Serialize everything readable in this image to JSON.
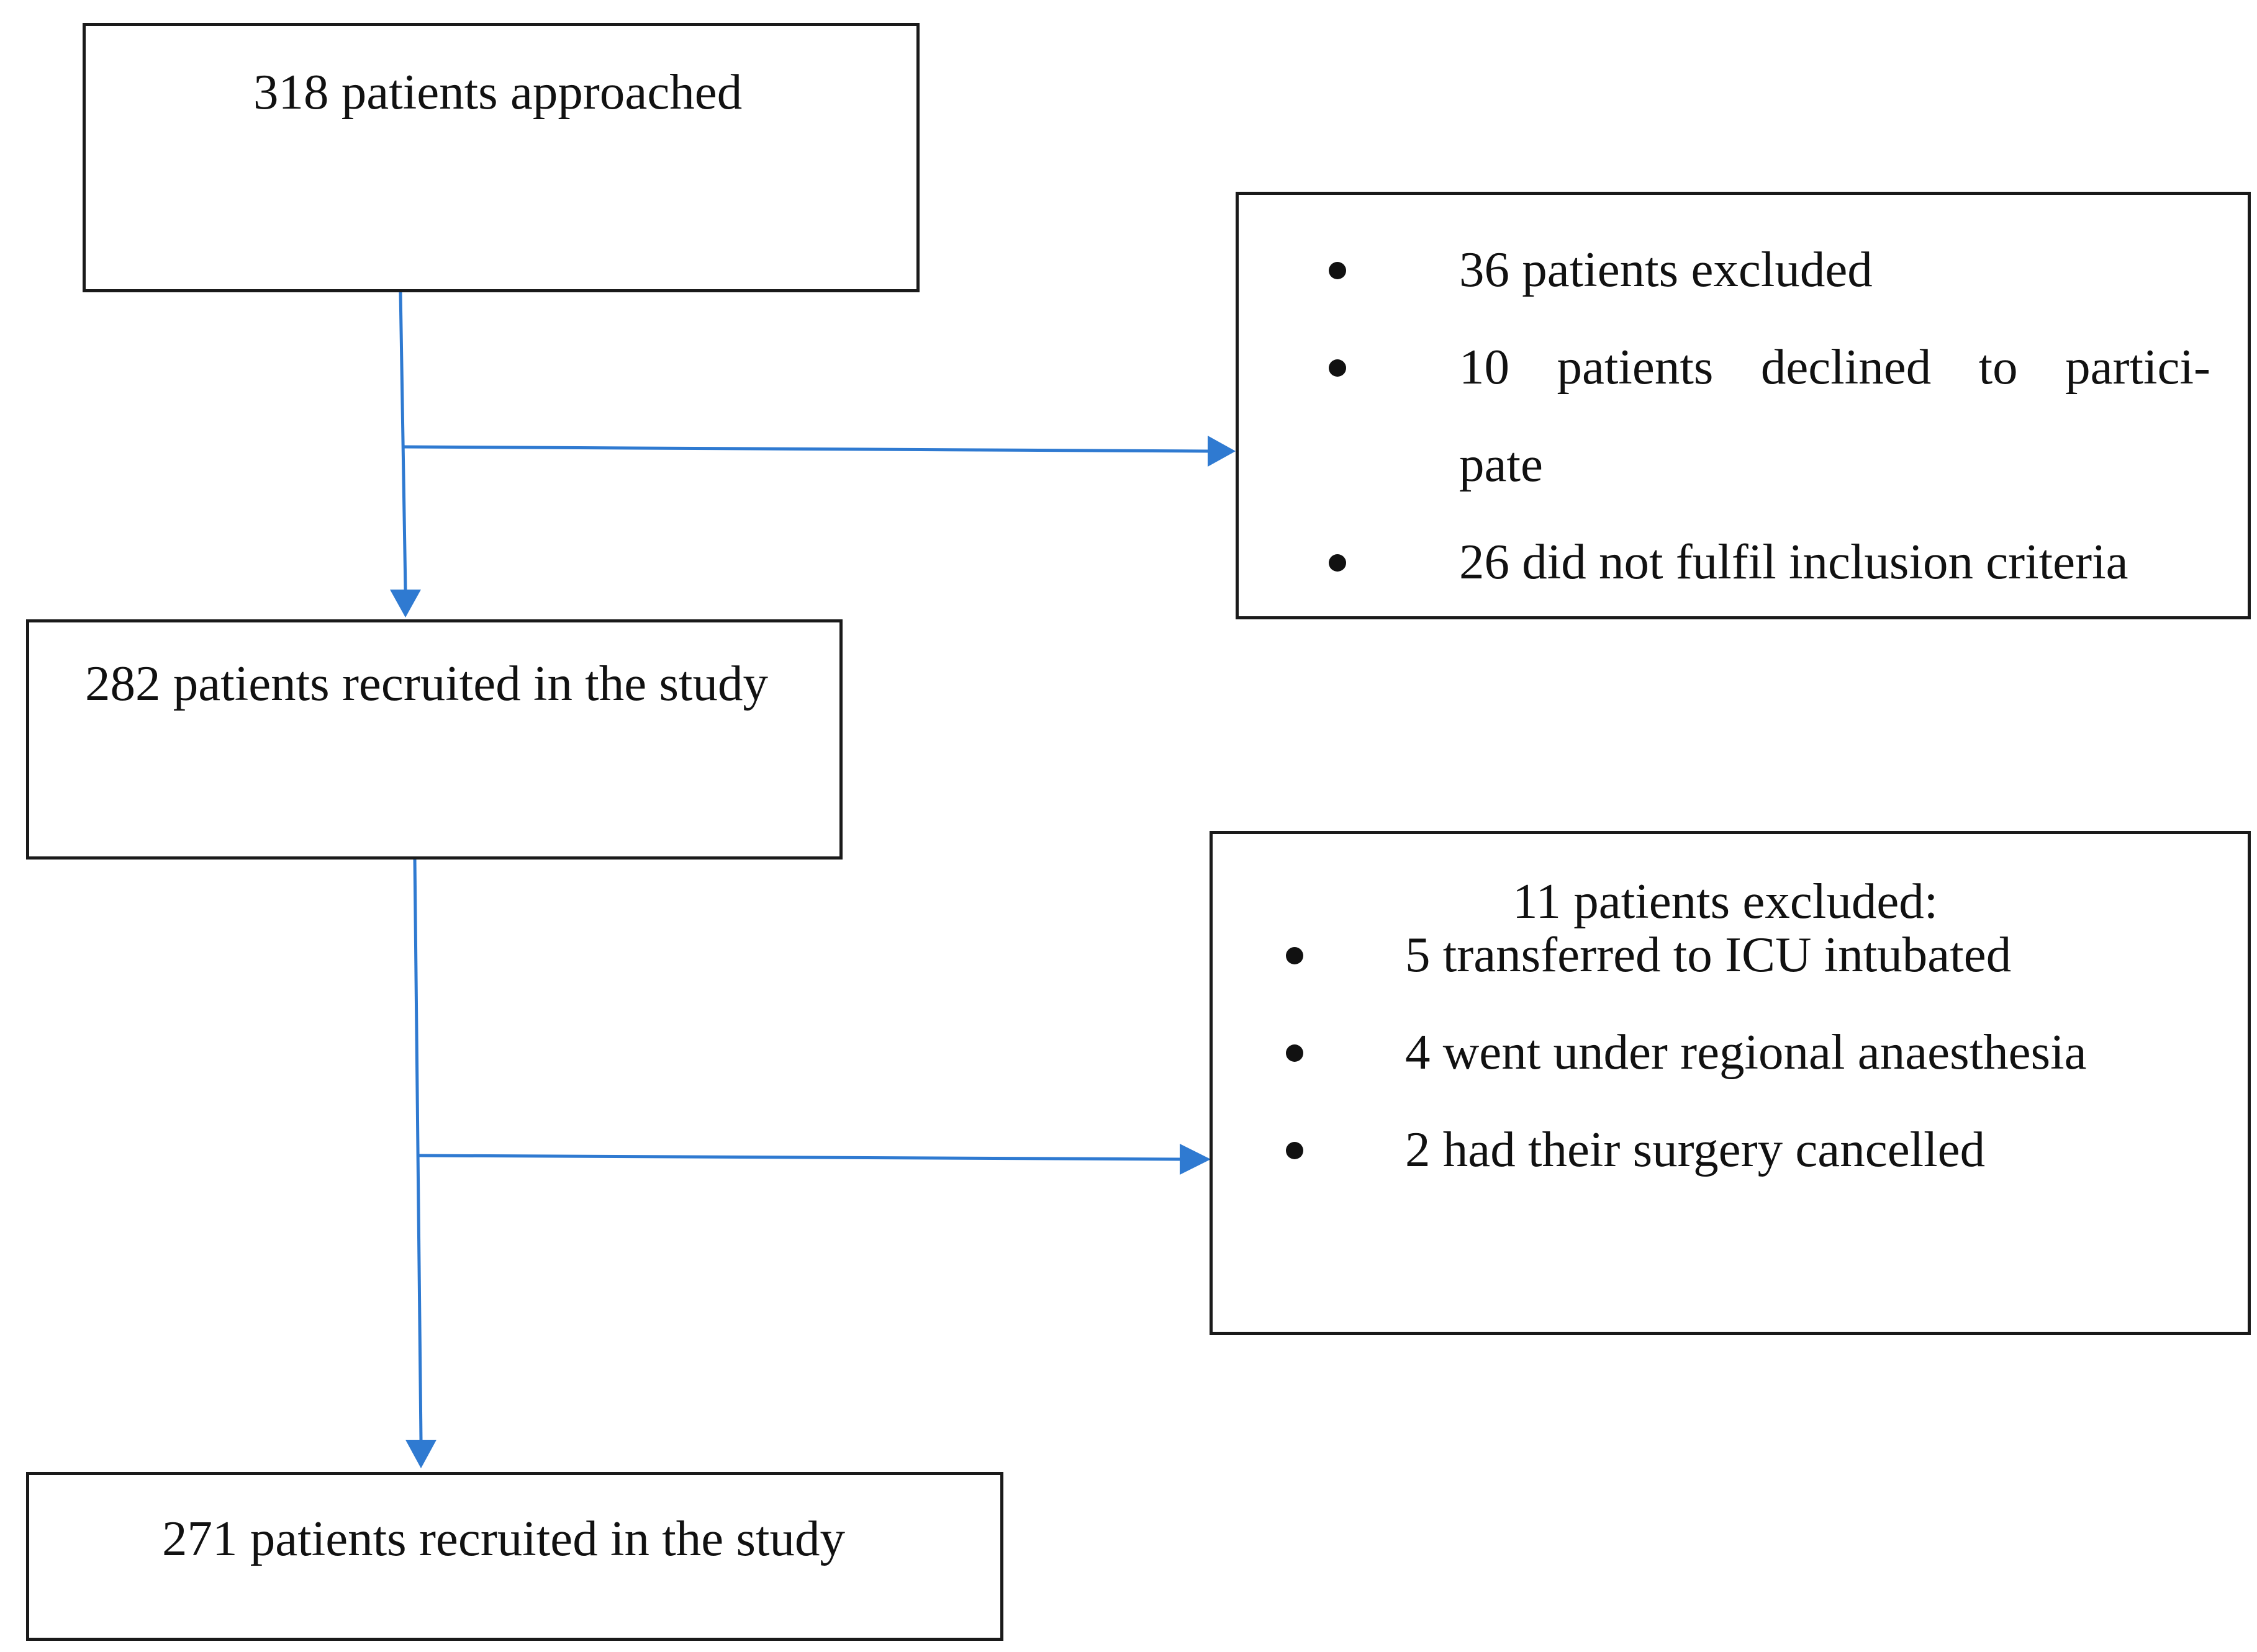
{
  "flow": {
    "approached": "318 patients approached",
    "recruited_1": "282 patients recruited in the study",
    "recruited_2": "271 patients recruited in the study"
  },
  "exclusion_1": {
    "items": [
      "36 patients excluded",
      "10 patients declined to partici- pate",
      "26 did not fulfil inclusion criteria"
    ],
    "item_1_line_1_words": [
      "10",
      "patients",
      "declined",
      "to",
      "partici-"
    ],
    "item_1_line_2": "pate"
  },
  "exclusion_2": {
    "heading": "11 patients excluded:",
    "items": [
      "5 transferred to ICU intubated",
      "4 went under regional anaesthesia",
      "2 had their surgery cancelled"
    ]
  },
  "colors": {
    "arrow": "#2f7ad1",
    "box_border": "#1a1a1a"
  }
}
